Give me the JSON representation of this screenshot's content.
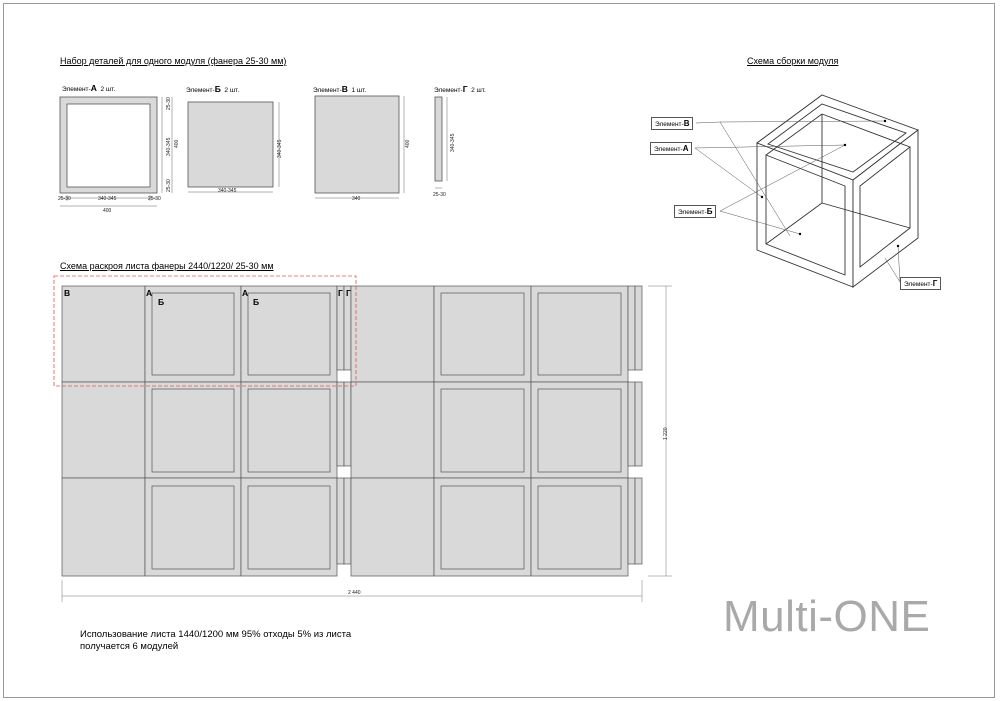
{
  "titles": {
    "parts": "Набор деталей для одного модуля  (фанера 25-30 мм)",
    "assembly": "Схема сборки модуля",
    "cutting": "Схема раскроя листа фанеры 2440/1220/ 25-30 мм"
  },
  "parts": {
    "a": {
      "prefix": "Элемент-",
      "letter": "А",
      "count": "2 шт."
    },
    "b": {
      "prefix": "Элемент-",
      "letter": "Б",
      "count": "2 шт."
    },
    "v": {
      "prefix": "Элемент-",
      "letter": "В",
      "count": "1 шт."
    },
    "g": {
      "prefix": "Элемент-",
      "letter": "Г",
      "count": "2 шт."
    }
  },
  "dims": {
    "a_left": "25-30",
    "a_mid": "340-345",
    "a_right": "25-30",
    "a_total": "400",
    "a_v_top": "25-30",
    "a_v_mid": "340-345",
    "a_v_total": "400",
    "a_v_bottom": "25-30",
    "b_bottom": "340-345",
    "b_side": "340-345",
    "v_bottom": "340",
    "v_side": "400",
    "g_side": "340-345",
    "g_bottom": "25-30",
    "sheet_width": "2 440",
    "sheet_height": "1 220"
  },
  "sheet_labels": {
    "v": "В",
    "a1": "А",
    "b1": "Б",
    "a2": "А",
    "b2": "Б",
    "g1": "Г",
    "g2": "Г"
  },
  "assembly_callouts": {
    "v": {
      "prefix": "Элемент-",
      "letter": "В"
    },
    "a": {
      "prefix": "Элемент-",
      "letter": "А"
    },
    "b": {
      "prefix": "Элемент-",
      "letter": "Б"
    },
    "g": {
      "prefix": "Элемент-",
      "letter": "Г"
    }
  },
  "note": {
    "line1": "Использование листа 1440/1200 мм 95% отходы 5% из листа",
    "line2": "получается 6 модулей"
  },
  "brand": "Multi-ONE",
  "colors": {
    "panel_fill": "#d9d9d9",
    "outline": "#555555",
    "highlight": "#e05555"
  }
}
